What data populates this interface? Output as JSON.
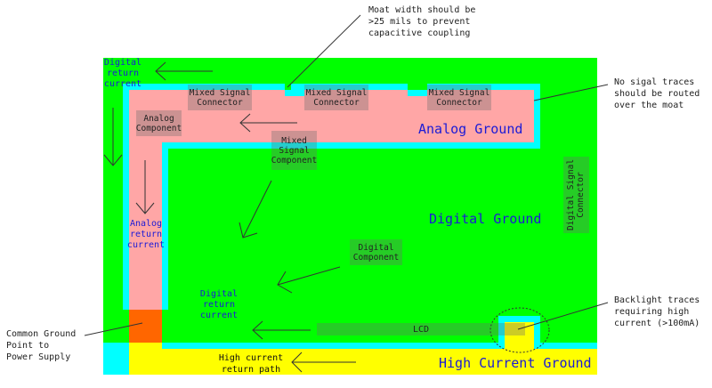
{
  "colors": {
    "digital_ground": "#00ff00",
    "moat": "#00ffff",
    "analog_ground": "#ffa6a6",
    "high_current_ground": "#ffff00",
    "common_ground_point": "#ff6600",
    "region_label": "#1b1bd6"
  },
  "regions": {
    "analog_ground": "Analog Ground",
    "digital_ground": "Digital Ground",
    "high_current_ground": "High Current Ground"
  },
  "components": {
    "mixed_signal_connector_1": "Mixed Signal\nConnector",
    "mixed_signal_connector_2": "Mixed Signal\nConnector",
    "mixed_signal_connector_3": "Mixed Signal\nConnector",
    "analog_component": "Analog\nComponent",
    "mixed_signal_component": "Mixed\nSignal\nComponent",
    "digital_component": "Digital\nComponent",
    "digital_signal_connector": "Digital Signal\nConnector",
    "lcd": "LCD"
  },
  "flow_labels": {
    "digital_return_top": "Digital\nreturn\ncurrent",
    "analog_return": "Analog\nreturn\ncurrent",
    "digital_return_bottom": "Digital\nreturn\ncurrent",
    "high_current_return": "High current\nreturn path"
  },
  "annotations": {
    "moat_width": "Moat width should be\n>25 mils to prevent\ncapacitive coupling",
    "no_signal_traces": "No sigal traces\nshould be routed\nover the moat",
    "common_ground": "Common Ground\nPoint to\nPower Supply",
    "backlight": "Backlight traces\nrequiring high\ncurrent (>100mA)"
  }
}
